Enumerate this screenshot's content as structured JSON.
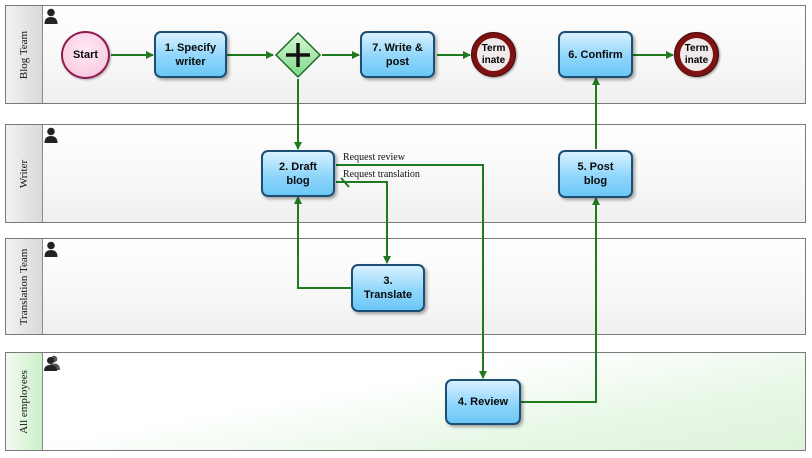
{
  "lanes": [
    {
      "name": "Blog Team"
    },
    {
      "name": "Writer"
    },
    {
      "name": "Translation Team"
    },
    {
      "name": "All employees"
    }
  ],
  "nodes": {
    "start": "Start",
    "specify_writer": "1. Specify writer",
    "draft_blog": "2. Draft blog",
    "translate": "3. Translate",
    "review": "4. Review",
    "post_blog": "5. Post blog",
    "confirm": "6. Confirm",
    "write_post": "7. Write & post",
    "terminate_1": "Terminate",
    "terminate_2": "Terminate"
  },
  "flow_labels": {
    "request_review": "Request review",
    "request_translation": "Request translation"
  },
  "colors": {
    "flow": "#1f7a1f",
    "task_border": "#1d4f74",
    "terminate": "#7e1111",
    "gateway": "#36b24a"
  },
  "icons": [
    "person-icon",
    "group-icon",
    "parallel-gateway-plus-icon"
  ]
}
